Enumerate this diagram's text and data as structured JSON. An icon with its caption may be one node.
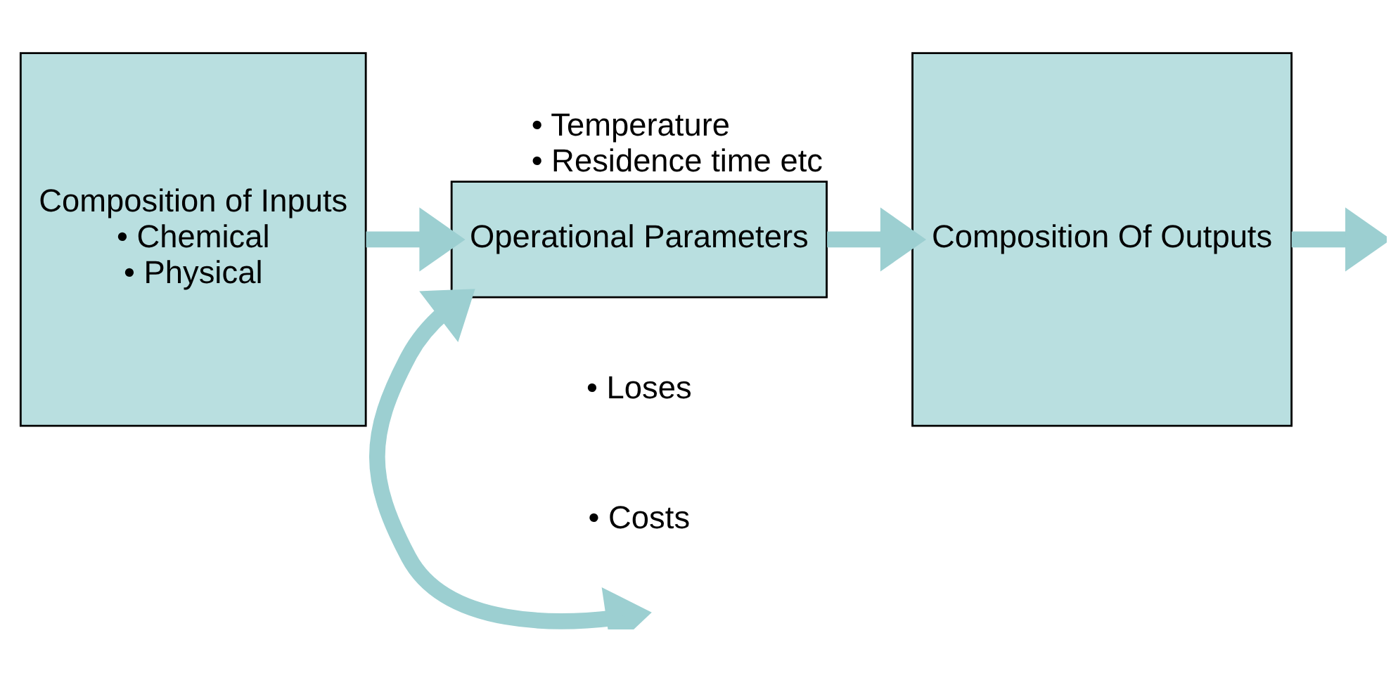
{
  "diagram": {
    "nodes": [
      {
        "text": [
          "Composition of Inputs",
          "• Chemical",
          "• Physical"
        ]
      },
      {
        "text": [
          "Operational Parameters"
        ],
        "beside": [
          "• Temperature",
          "• Residence time etc"
        ]
      },
      {
        "text": [
          "Composition Of Outputs"
        ]
      }
    ],
    "edges": [
      {
        "from": null,
        "to": 1,
        "arrow": "both"
      },
      {
        "from": 0,
        "to": 1,
        "arrow": "to"
      },
      {
        "from": 1,
        "to": 2,
        "arrow": "to"
      },
      {
        "from": 2,
        "to": null,
        "arrow": "to"
      }
    ],
    "labels": [
      "• Loses",
      "• Costs"
    ]
  }
}
